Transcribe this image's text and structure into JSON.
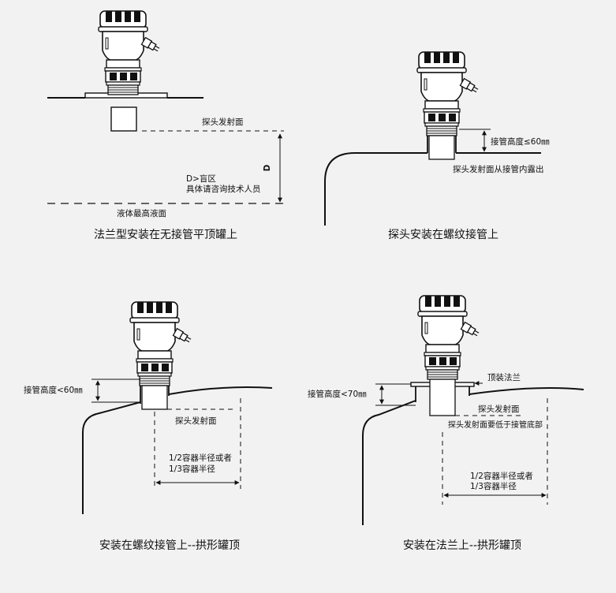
{
  "panels": [
    {
      "caption": "法兰型安装在无接管平顶罐上",
      "labels": {
        "probe_face": "探头发射面",
        "blind_zone_1": "D>盲区",
        "blind_zone_2": "具体请咨询技术人员",
        "dim_letter": "D",
        "max_level": "液体最高液面"
      }
    },
    {
      "caption": "探头安装在螺纹接管上",
      "labels": {
        "nozzle_height": "接管高度≤60㎜",
        "exposed": "探头发射面从接管内露出"
      }
    },
    {
      "caption": "安装在螺纹接管上--拱形罐顶",
      "labels": {
        "nozzle_height": "接管高度<60㎜",
        "probe_face": "探头发射面",
        "radius_1": "1/2容器半径或者",
        "radius_2": "1/3容器半径"
      }
    },
    {
      "caption": "安装在法兰上--拱形罐顶",
      "labels": {
        "top_flange": "顶装法兰",
        "nozzle_height": "接管高度<70㎜",
        "probe_face": "探头发射面",
        "below_nozzle": "探头发射面要低于接管底部",
        "radius_1": "1/2容器半径或者",
        "radius_2": "1/3容器半径"
      }
    }
  ]
}
